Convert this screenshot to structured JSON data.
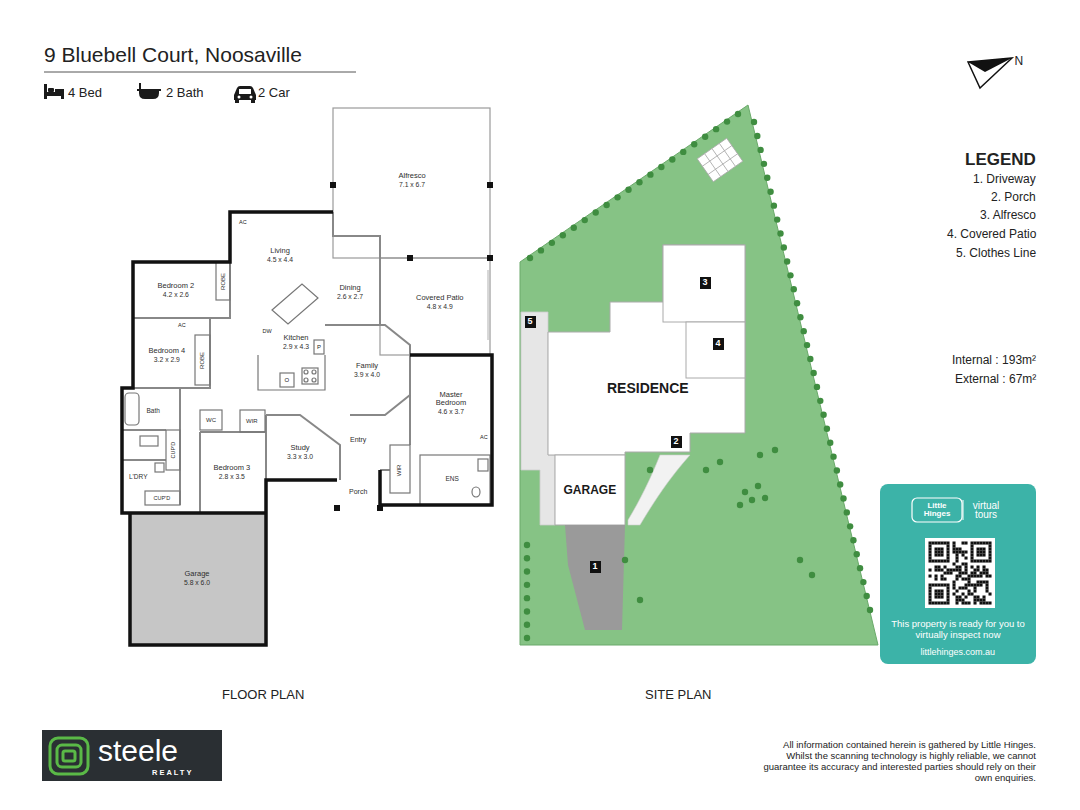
{
  "diagram": {
    "title": "9 Bluebell Court, Noosaville",
    "nodes": [
      {
        "text": [
          "Alfresco",
          "7.1 x 6.7"
        ]
      },
      {
        "text": [
          "Living",
          "4.5 x 4.4"
        ]
      },
      {
        "text": [
          "Dining",
          "2.6 x 2.7"
        ]
      },
      {
        "text": [
          "Covered Patio",
          "4.8 x 4.9"
        ]
      },
      {
        "text": [
          "Bedroom 2",
          "4.2 x 2.6"
        ]
      },
      {
        "text": [
          "ROBE"
        ]
      },
      {
        "text": [
          "Kitchen",
          "2.9 x 4.3"
        ]
      },
      {
        "text": [
          "Bedroom 4",
          "3.2 x 2.9"
        ]
      },
      {
        "text": [
          "ROBE"
        ]
      },
      {
        "text": [
          "Family",
          "3.9 x 4.0"
        ]
      },
      {
        "text": [
          "Master Bedroom",
          "4.6 x 3.7"
        ]
      },
      {
        "text": [
          "Bath"
        ]
      },
      {
        "text": [
          "WC"
        ]
      },
      {
        "text": [
          "WIR"
        ]
      },
      {
        "text": [
          "CUP'D"
        ]
      },
      {
        "text": [
          "Study",
          "3.3 x 3.0"
        ]
      },
      {
        "text": [
          "Entry"
        ]
      },
      {
        "text": [
          "Bedroom 3",
          "2.8 x 3.5"
        ]
      },
      {
        "text": [
          "L'DRY"
        ]
      },
      {
        "text": [
          "WIR"
        ]
      },
      {
        "text": [
          "ENS"
        ]
      },
      {
        "text": [
          "CUP'D"
        ]
      },
      {
        "text": [
          "Porch"
        ]
      },
      {
        "text": [
          "Garage",
          "5.8 x 6.0"
        ]
      },
      {
        "text": [
          "RESIDENCE"
        ]
      },
      {
        "text": [
          "GARAGE"
        ]
      },
      {
        "text": [
          "Little Hinges",
          "virtual tours",
          "This property is ready for you to virtually inspect now",
          "littlehinges.com.au"
        ]
      },
      {
        "text": [
          "steele",
          "REALTY"
        ]
      }
    ],
    "labels": [
      "4 Bed",
      "2 Bath",
      "2 Car",
      "N",
      "AC",
      "AC",
      "AC",
      "DW",
      "P",
      "O",
      "LEGEND",
      "Internal : 193m²",
      "External : 67m²",
      "1",
      "2",
      "3",
      "4",
      "5",
      "FLOOR PLAN",
      "SITE PLAN",
      "All information contained herein is gathered by Little Hinges. Whilst the scanning technology is highly reliable, we cannot guarantee its accuracy and interested parties should rely on their own enquiries."
    ],
    "legend": [
      {
        "text": "1. Driveway"
      },
      {
        "text": "2. Porch"
      },
      {
        "text": "3. Alfresco"
      },
      {
        "text": "4. Covered Patio"
      },
      {
        "text": "5. Clothes Line"
      }
    ]
  }
}
